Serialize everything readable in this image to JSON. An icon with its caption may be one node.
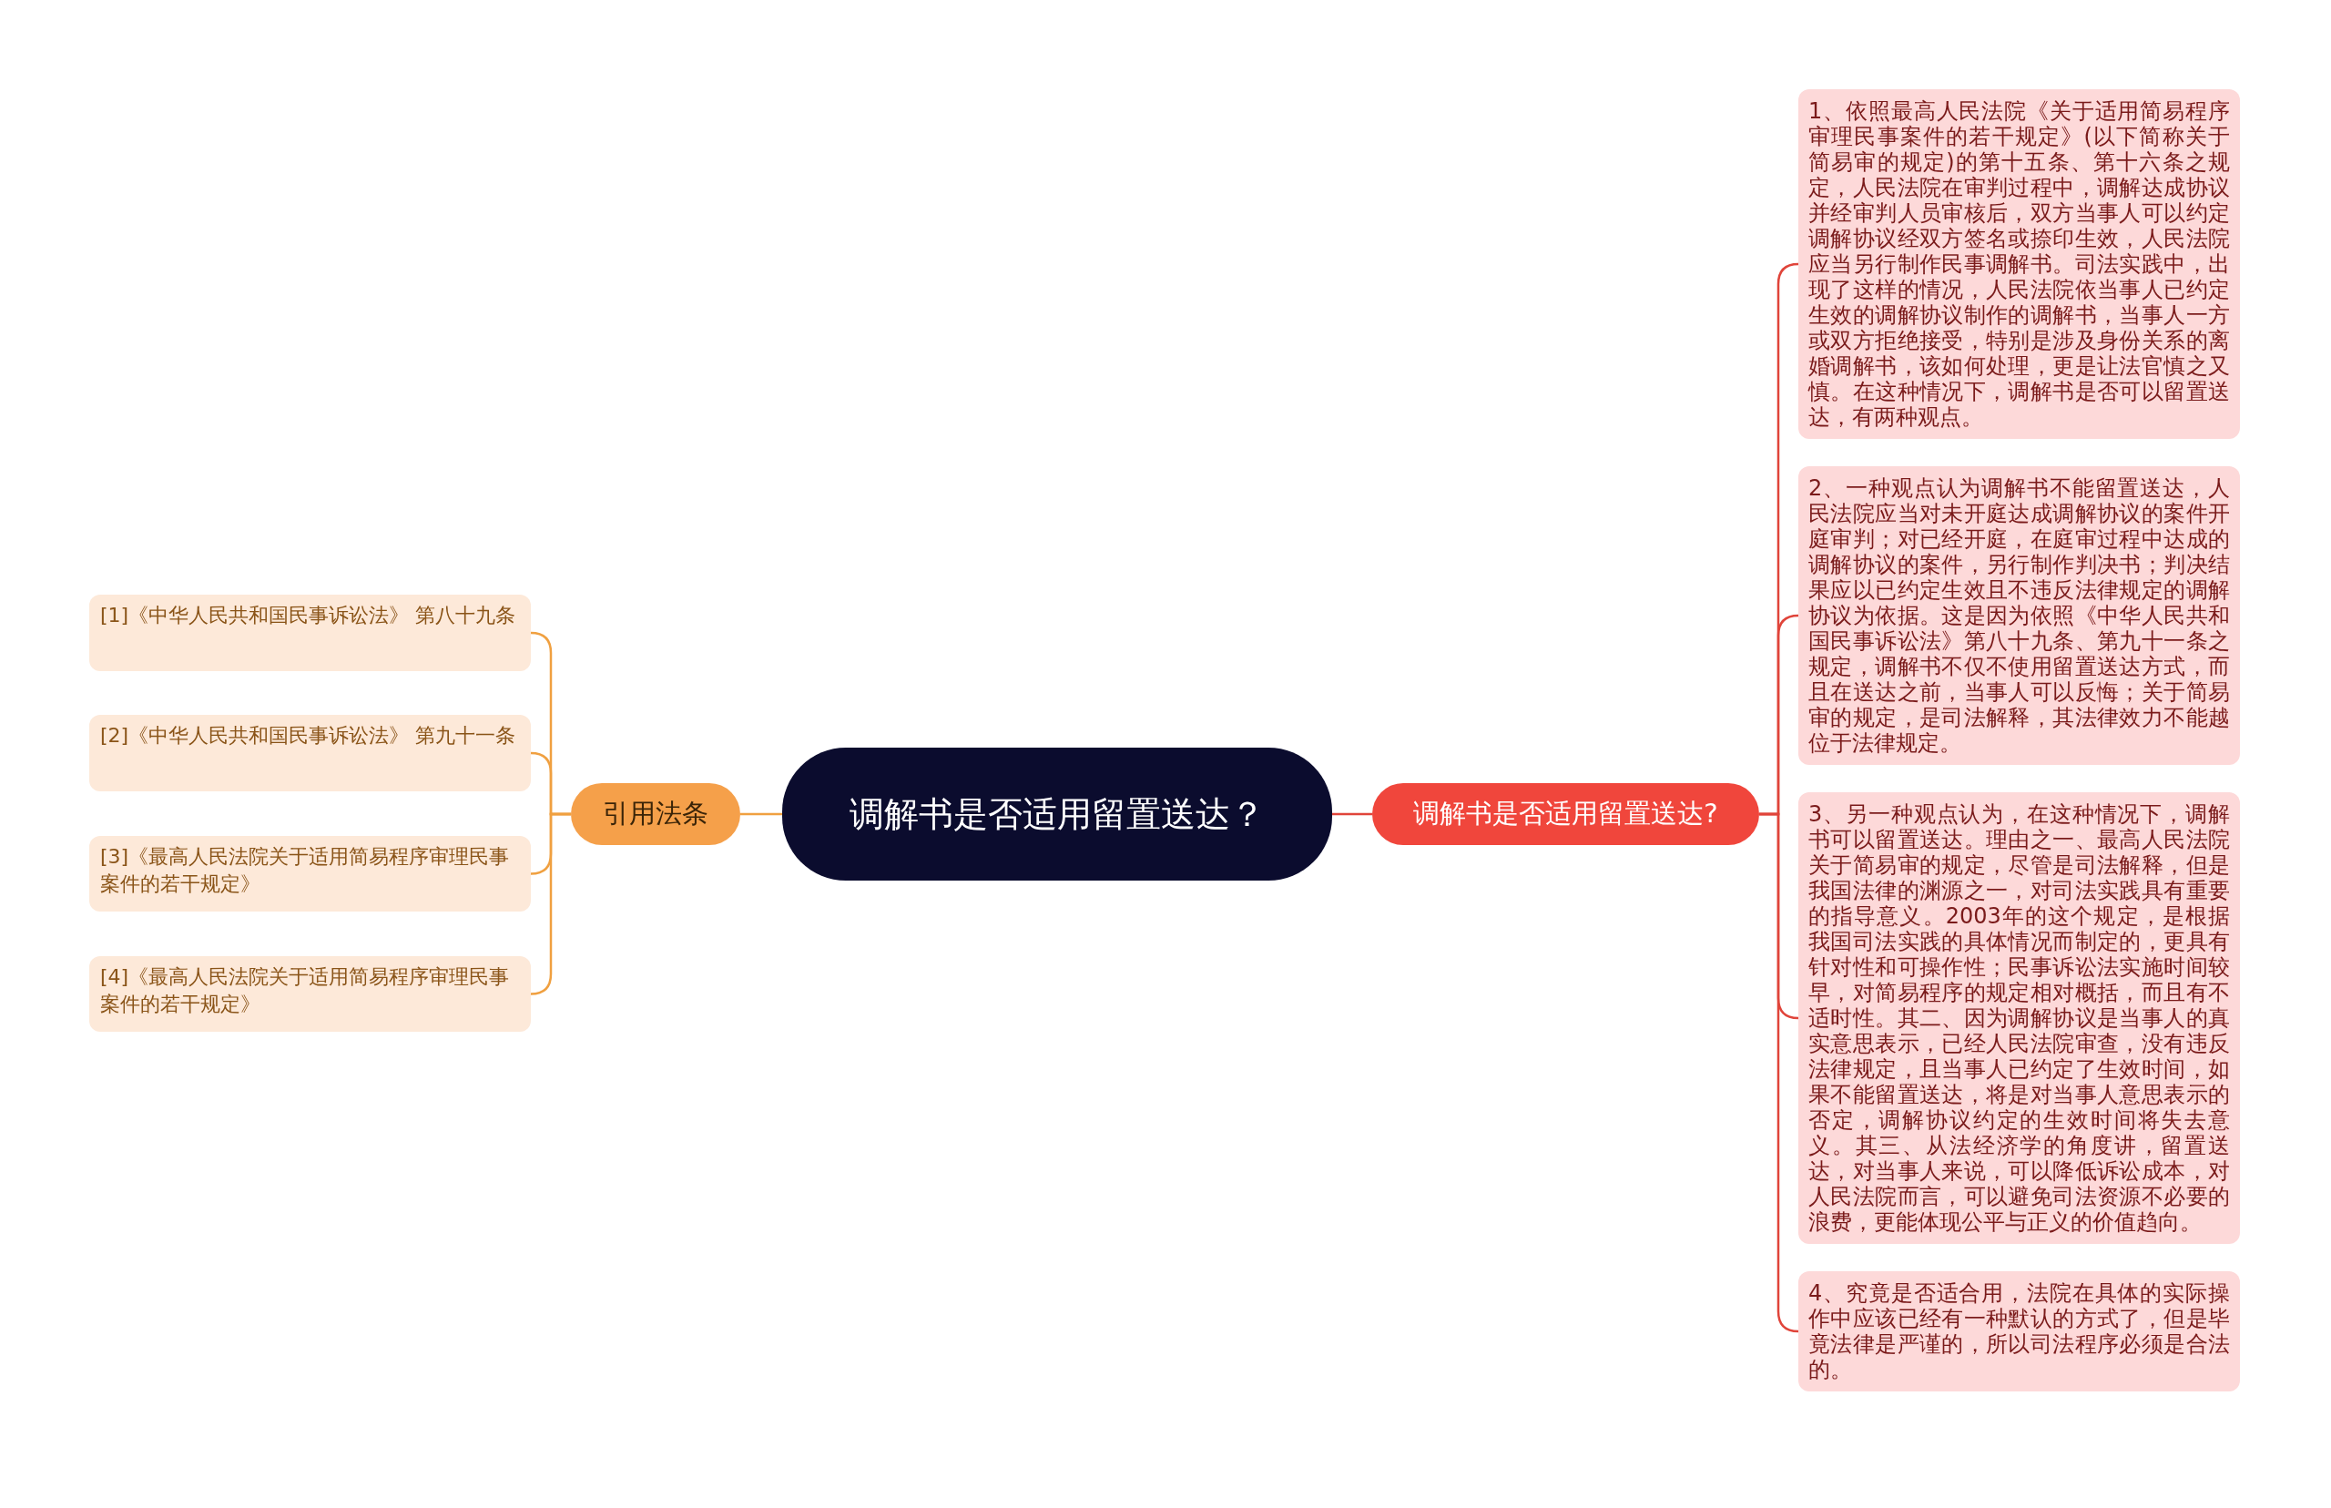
{
  "diagram": {
    "nodes": [
      {
        "text": [
          "调解书是否适用留置送达？"
        ]
      },
      {
        "text": [
          "引用法条"
        ]
      },
      {
        "text": [
          "[1]《中华人民共和国民事诉讼法》 第八十九条"
        ]
      },
      {
        "text": [
          "[2]《中华人民共和国民事诉讼法》 第九十一条"
        ]
      },
      {
        "text": [
          "[3]《最高人民法院关于适用简易程序审理民事案件的若干规定》"
        ]
      },
      {
        "text": [
          "[4]《最高人民法院关于适用简易程序审理民事案件的若干规定》"
        ]
      },
      {
        "text": [
          "调解书是否适用留置送达?"
        ]
      },
      {
        "text": [
          "1、依照最高人民法院《关于适用简易程序审理民事案件的若干规定》(以下简称关于简易审的规定)的第十五条、第十六条之规定，人民法院在审判过程中，调解达成协议并经审判人员审核后，双方当事人可以约定调解协议经双方签名或捺印生效，人民法院应当另行制作民事调解书。司法实践中，出现了这样的情况，人民法院依当事人已约定生效的调解协议制作的调解书，当事人一方或双方拒绝接受，特别是涉及身份关系的离婚调解书，该如何处理，更是让法官慎之又慎。在这种情况下，调解书是否可以留置送达，有两种观点。"
        ]
      },
      {
        "text": [
          "2、一种观点认为调解书不能留置送达，人民法院应当对未开庭达成调解协议的案件开庭审判；对已经开庭，在庭审过程中达成的调解协议的案件，另行制作判决书；判决结果应以已约定生效且不违反法律规定的调解协议为依据。这是因为依照《中华人民共和国民事诉讼法》第八十九条、第九十一条之规定，调解书不仅不使用留置送达方式，而且在送达之前，当事人可以反悔；关于简易审的规定，是司法解释，其法律效力不能越位于法律规定。"
        ]
      },
      {
        "text": [
          "3、另一种观点认为，在这种情况下，调解书可以留置送达。理由之一、最高人民法院关于简易审的规定，尽管是司法解释，但是我国法律的渊源之一，对司法实践具有重要的指导意义。2003年的这个规定，是根据我国司法实践的具体情况而制定的，更具有针对性和可操作性；民事诉讼法实施时间较早，对简易程序的规定相对概括，而且有不适时性。其二、因为调解协议是当事人的真实意思表示，已经人民法院审查，没有违反法律规定，且当事人已约定了生效时间，如果不能留置送达，将是对当事人意思表示的否定，调解协议约定的生效时间将失去意义。其三、从法经济学的角度讲，留置送达，对当事人来说，可以降低诉讼成本，对人民法院而言，可以避免司法资源不必要的浪费，更能体现公平与正义的价值趋向。"
        ]
      },
      {
        "text": [
          "4、究竟是否适合用，法院在具体的实际操作中应该已经有一种默认的方式了，但是毕竟法律是严谨的，所以司法程序必须是合法的。"
        ]
      }
    ],
    "edges": [
      {
        "from": 0,
        "to": 1,
        "arrow": "none",
        "color": "#f0a040"
      },
      {
        "from": 1,
        "to": 2,
        "arrow": "none",
        "color": "#f0a040"
      },
      {
        "from": 1,
        "to": 3,
        "arrow": "none",
        "color": "#f0a040"
      },
      {
        "from": 1,
        "to": 4,
        "arrow": "none",
        "color": "#f0a040"
      },
      {
        "from": 1,
        "to": 5,
        "arrow": "none",
        "color": "#f0a040"
      },
      {
        "from": 0,
        "to": 6,
        "arrow": "none",
        "color": "#e0443a"
      },
      {
        "from": 6,
        "to": 7,
        "arrow": "none",
        "color": "#e0443a"
      },
      {
        "from": 6,
        "to": 8,
        "arrow": "none",
        "color": "#e0443a"
      },
      {
        "from": 6,
        "to": 9,
        "arrow": "none",
        "color": "#e0443a"
      },
      {
        "from": 6,
        "to": 10,
        "arrow": "none",
        "color": "#e0443a"
      }
    ]
  }
}
